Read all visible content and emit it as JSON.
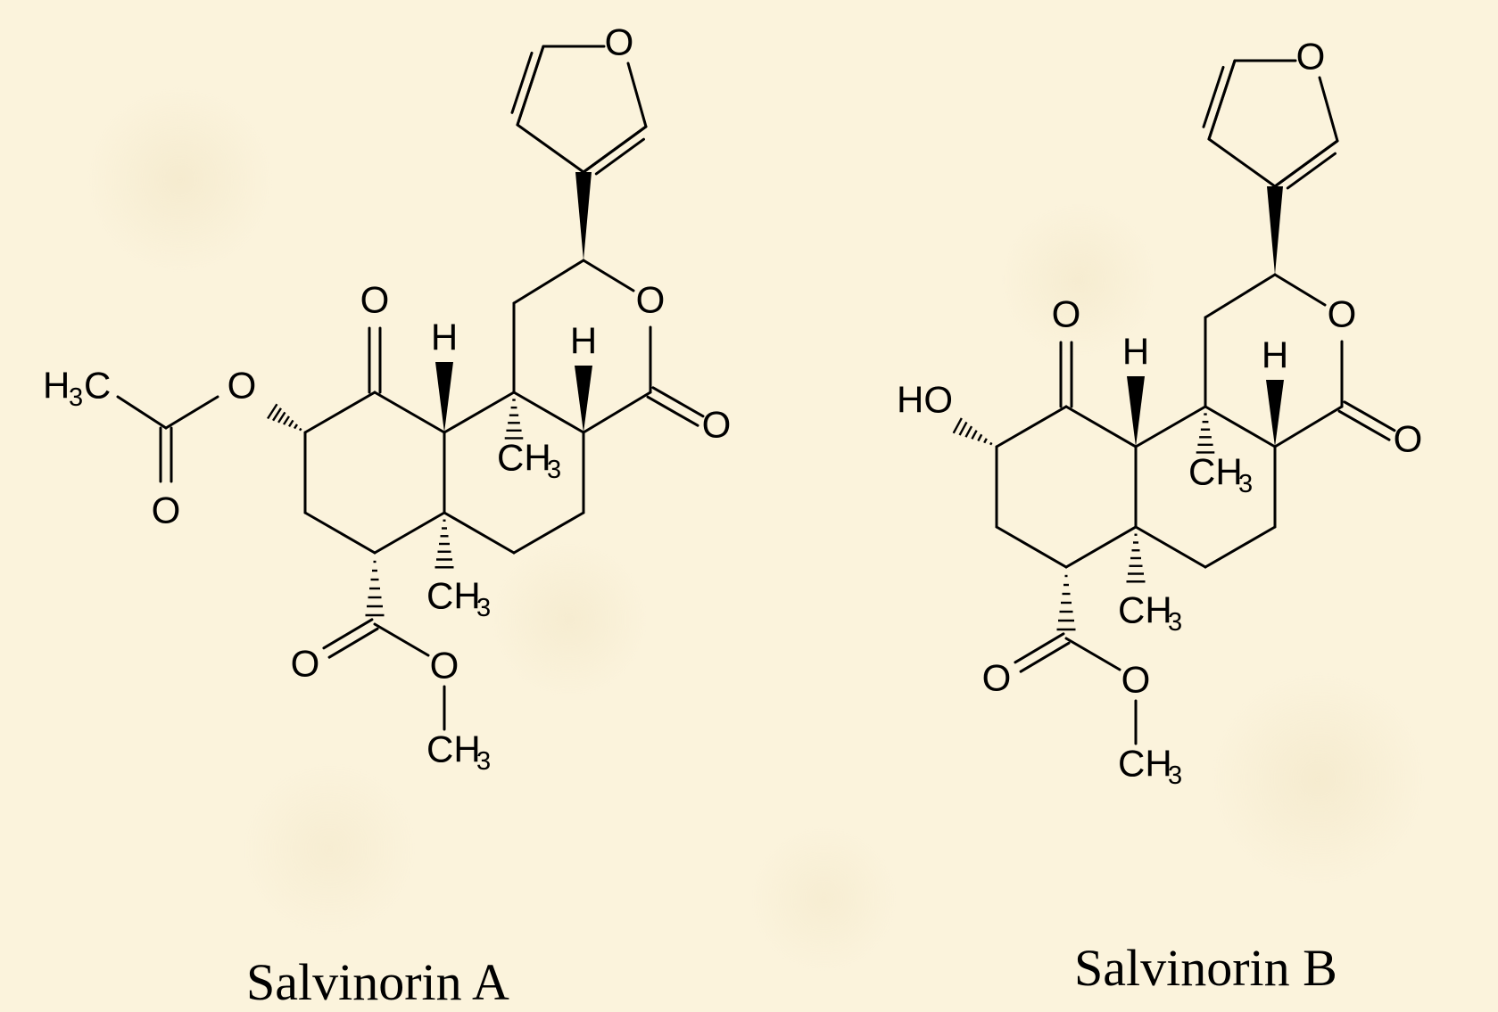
{
  "molecules": [
    {
      "caption": "Salvinorin A",
      "substituent": "acetoxy",
      "labels": {
        "furan_o": "O",
        "lactone_o": "O",
        "lactone_co": "O",
        "ketone_o": "O",
        "acetyl_o_bridge": "O",
        "acetyl_co": "O",
        "ester_co": "O",
        "ester_o": "O",
        "h1": "H",
        "h2": "H",
        "ch3_top": "CH",
        "ch3_mid": "CH",
        "ch3_bottom": "CH",
        "h3c_h": "H",
        "h3c_c": "C",
        "sub3": "3"
      }
    },
    {
      "caption": "Salvinorin B",
      "substituent": "hydroxy",
      "labels": {
        "furan_o": "O",
        "lactone_o": "O",
        "lactone_co": "O",
        "ketone_o": "O",
        "ho": "HO",
        "ester_co": "O",
        "ester_o": "O",
        "h1": "H",
        "h2": "H",
        "ch3_top": "CH",
        "ch3_mid": "CH",
        "ch3_bottom": "CH",
        "sub3": "3"
      }
    }
  ]
}
